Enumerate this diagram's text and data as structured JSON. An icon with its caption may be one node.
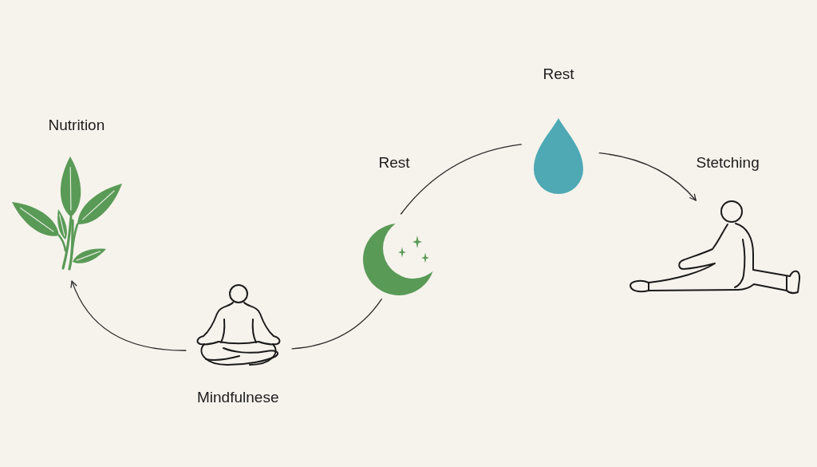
{
  "diagram": {
    "nodes": [
      {
        "text": [
          "Nutrition"
        ]
      },
      {
        "text": [
          "Mindfulnese"
        ]
      },
      {
        "text": [
          "Rest"
        ]
      },
      {
        "text": [
          "Rest"
        ]
      },
      {
        "text": [
          "Stetching"
        ]
      }
    ],
    "edges": [
      {
        "from": 1,
        "to": 0,
        "arrow": "to"
      },
      {
        "from": 1,
        "to": 2,
        "arrow": "none"
      },
      {
        "from": 2,
        "to": 3,
        "arrow": "none"
      },
      {
        "from": 3,
        "to": 4,
        "arrow": "to"
      }
    ]
  }
}
